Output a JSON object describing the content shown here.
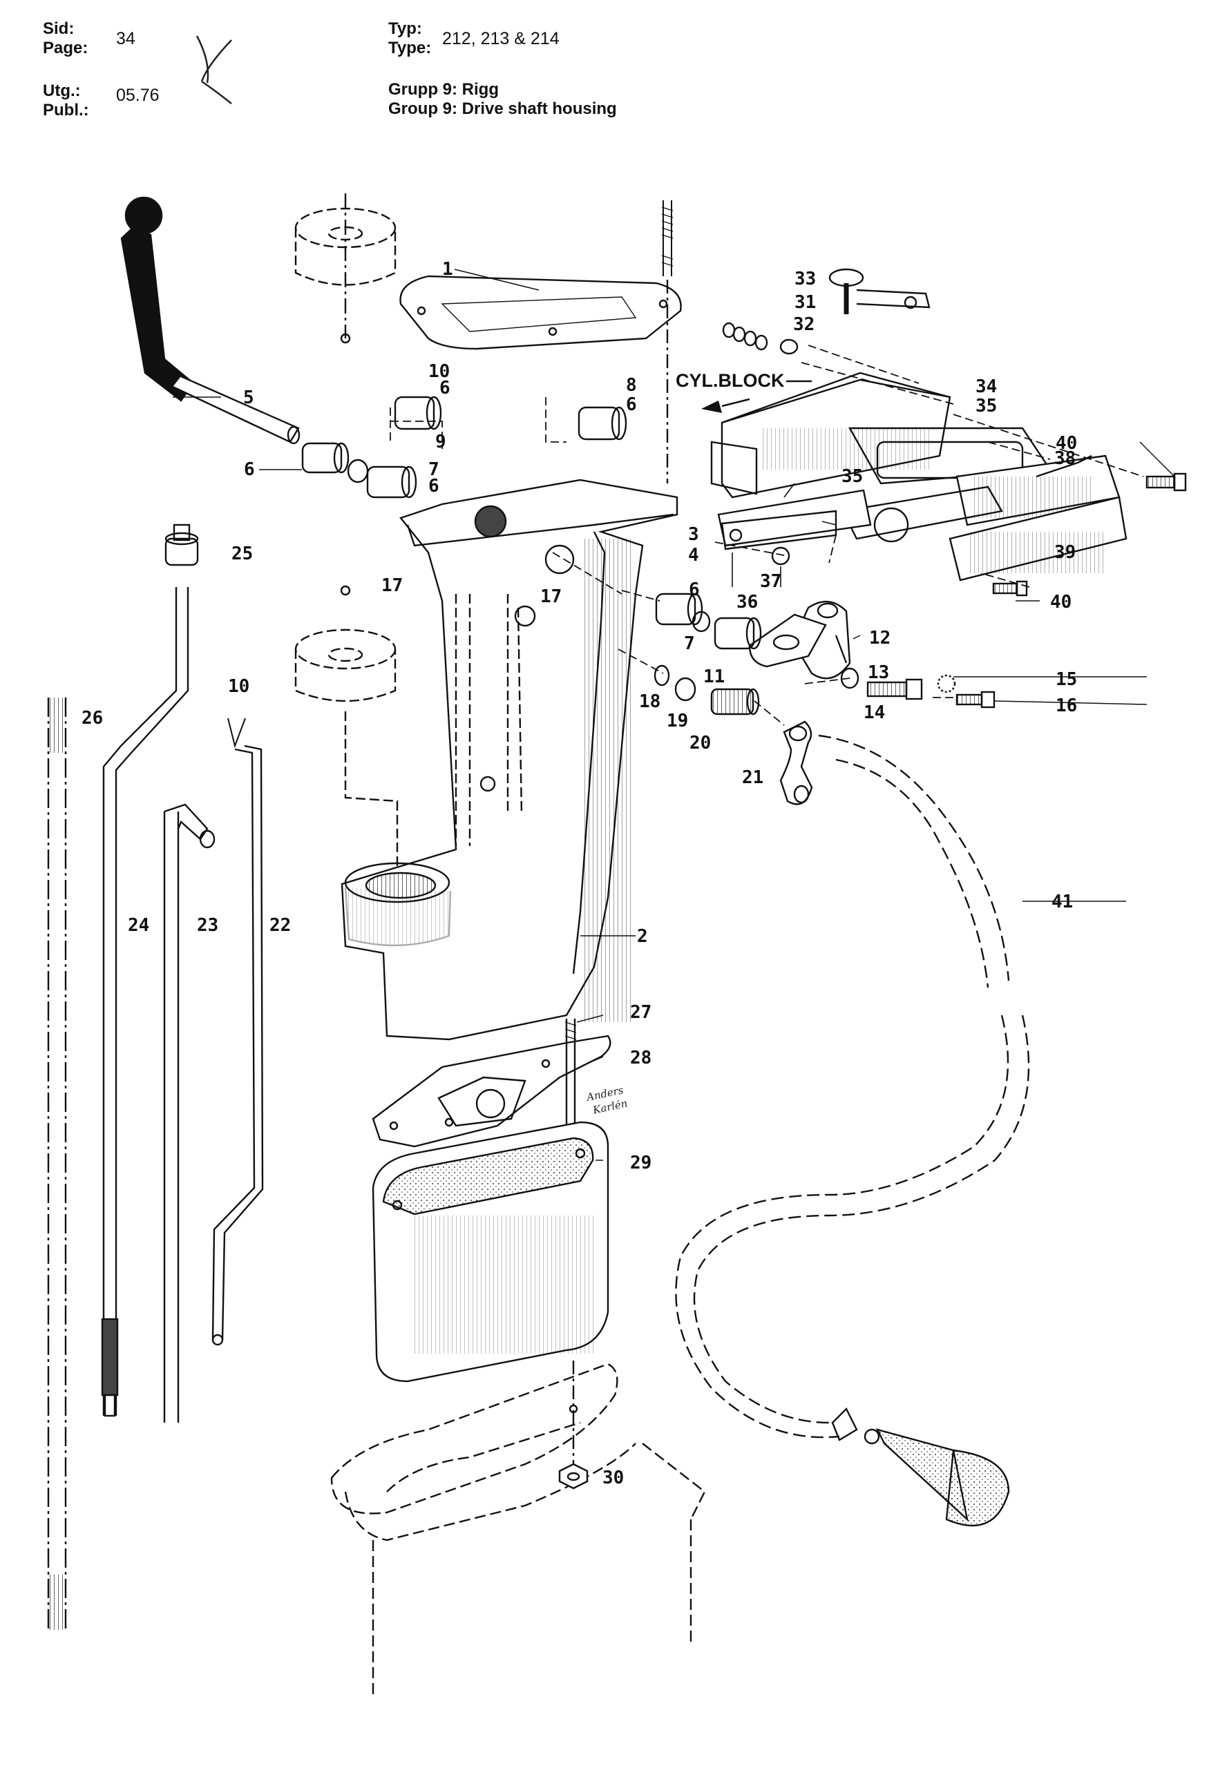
{
  "header": {
    "page_label_1": "Sid:",
    "page_label_2": "Page:",
    "page_value": "34",
    "publ_label_1": "Utg.:",
    "publ_label_2": "Publ.:",
    "publ_value": "05.76",
    "type_label_1": "Typ:",
    "type_label_2": "Type:",
    "type_value": "212, 213 & 214",
    "group_sv": "Grupp 9: Rigg",
    "group_en": "Group 9: Drive shaft housing"
  },
  "diagram": {
    "cyl_block_label": "CYL.BLOCK",
    "signature": [
      "Anders",
      "Karlén"
    ],
    "callouts": [
      "1",
      "2",
      "3",
      "4",
      "5",
      "6",
      "6",
      "6",
      "6",
      "6",
      "7",
      "7",
      "8",
      "9",
      "10",
      "10",
      "11",
      "12",
      "13",
      "14",
      "15",
      "16",
      "17",
      "17",
      "18",
      "19",
      "20",
      "21",
      "22",
      "23",
      "24",
      "25",
      "26",
      "27",
      "28",
      "29",
      "30",
      "31",
      "32",
      "33",
      "34",
      "35",
      "35",
      "36",
      "37",
      "38",
      "39",
      "40",
      "40",
      "41"
    ]
  }
}
